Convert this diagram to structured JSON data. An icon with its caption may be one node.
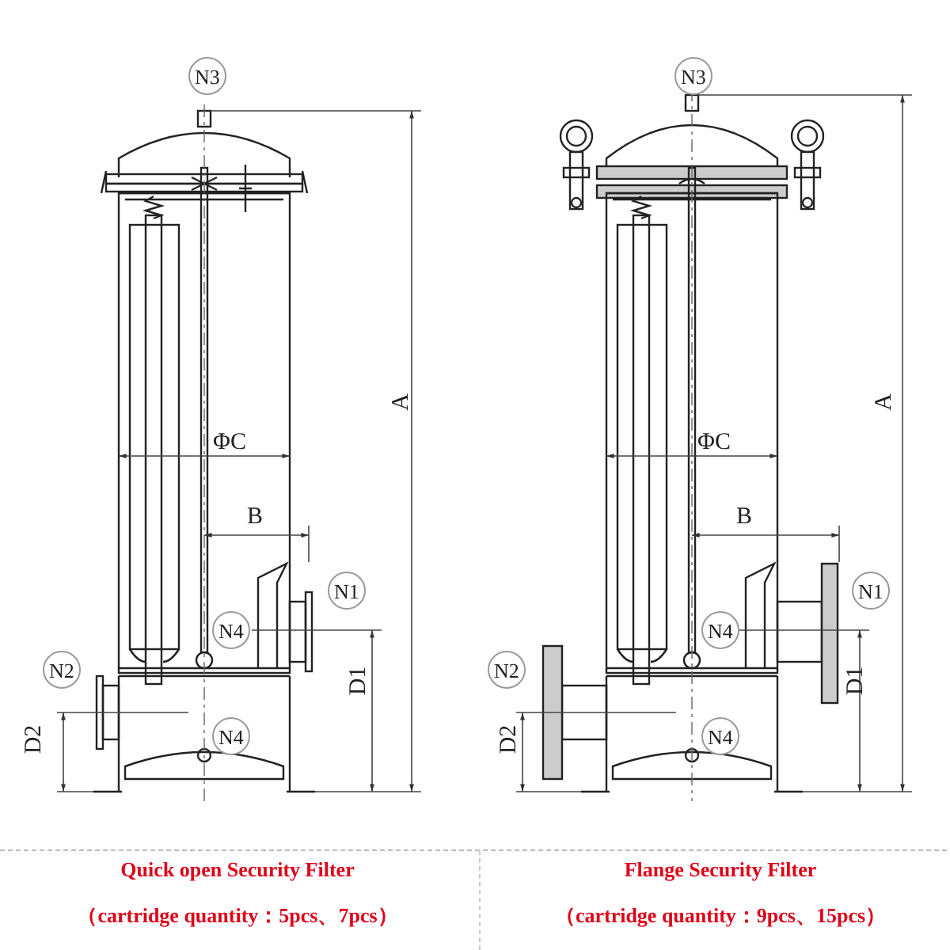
{
  "diagram": {
    "labels": [
      "N3",
      "A",
      "ΦC",
      "B",
      "N1",
      "N4",
      "N2",
      "D1",
      "D2",
      "N4",
      "N3",
      "A",
      "ΦC",
      "B",
      "N1",
      "N4",
      "N2",
      "D1",
      "D2",
      "N4",
      "Quick open Security Filter",
      "（cartridge quantity：5pcs、7pcs）",
      "Flange Security Filter",
      "（cartridge quantity：9pcs、15pcs）"
    ]
  }
}
